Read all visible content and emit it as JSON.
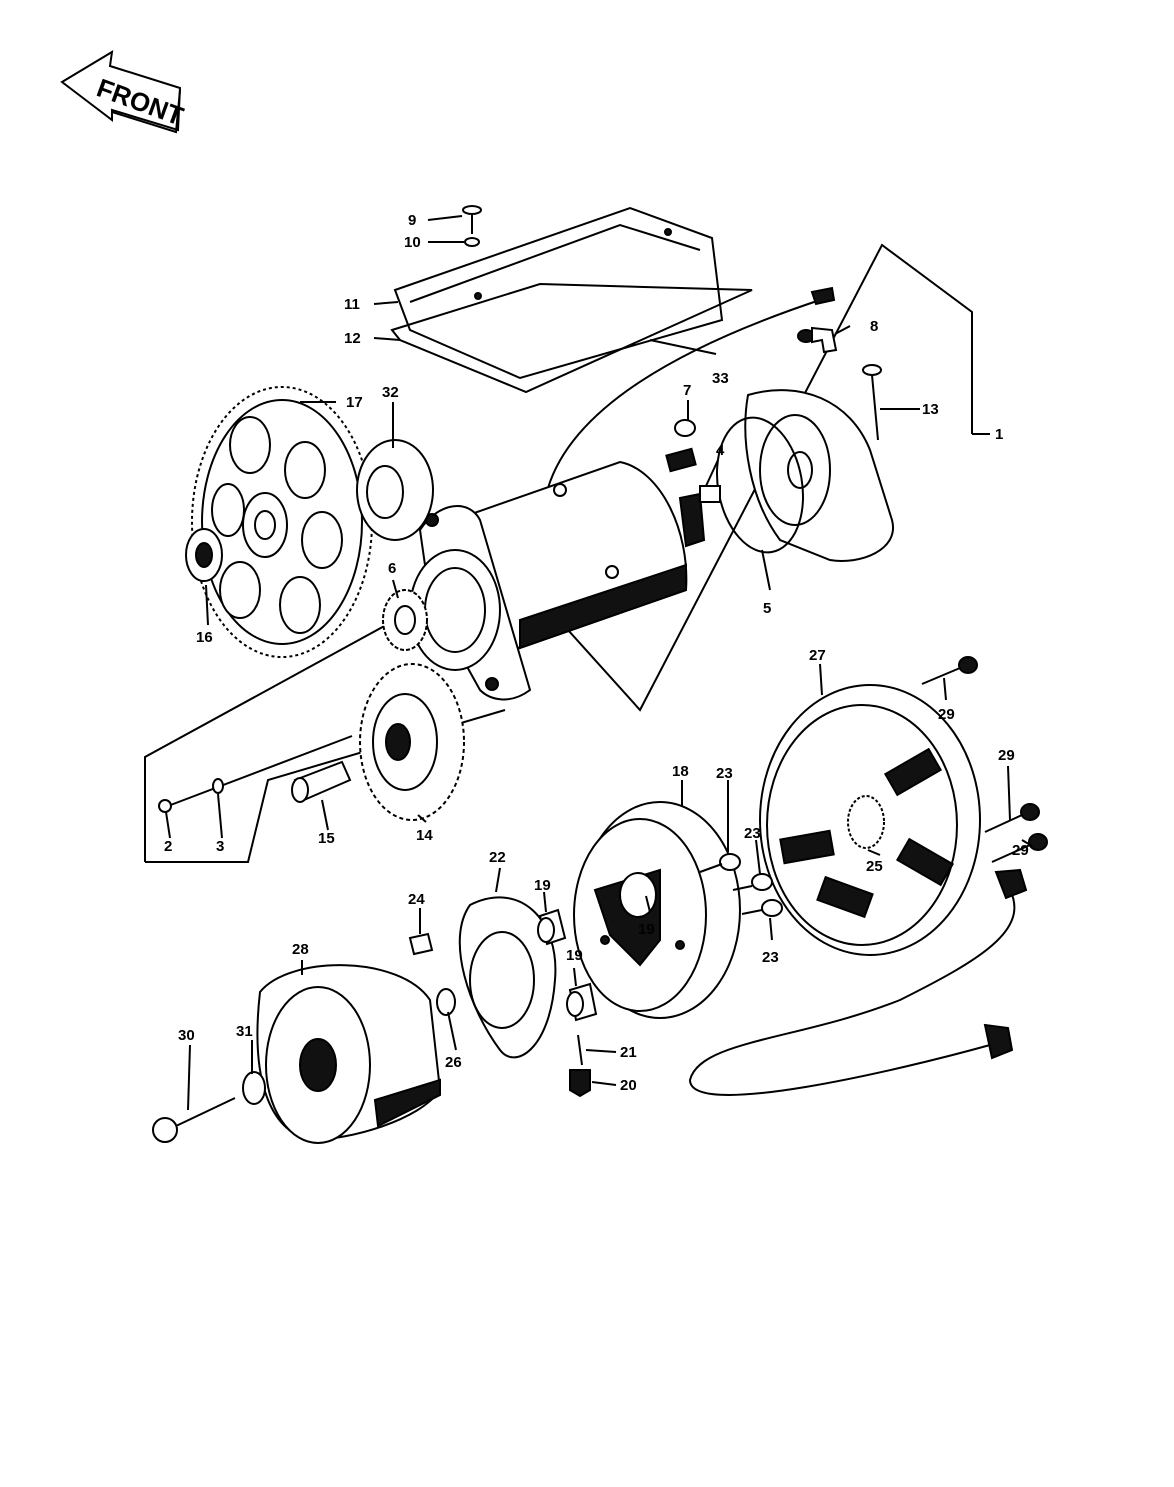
{
  "front_label": "FRONT",
  "callouts": {
    "c1": "1",
    "c2": "2",
    "c3": "3",
    "c4": "4",
    "c5": "5",
    "c6": "6",
    "c7": "7",
    "c8": "8",
    "c9": "9",
    "c10": "10",
    "c11": "11",
    "c12": "12",
    "c13": "13",
    "c14": "14",
    "c15": "15",
    "c16": "16",
    "c17": "17",
    "c18": "18",
    "c19a": "19",
    "c19b": "19",
    "c19c": "19",
    "c20": "20",
    "c21": "21",
    "c22": "22",
    "c23a": "23",
    "c23b": "23",
    "c23c": "23",
    "c24": "24",
    "c25": "25",
    "c26": "26",
    "c27": "27",
    "c28": "28",
    "c29a": "29",
    "c29b": "29",
    "c29c": "29",
    "c30": "30",
    "c31": "31",
    "c32": "32",
    "c33": "33"
  }
}
